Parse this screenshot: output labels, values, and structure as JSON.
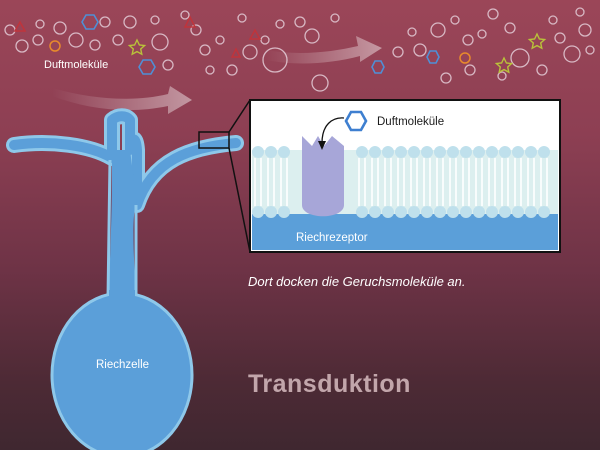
{
  "labels": {
    "molecules_top": "Duftmoleküle",
    "molecules_inset": "Duftmoleküle",
    "receptor": "Riechrezeptor",
    "cell": "Riechzelle"
  },
  "caption": "Dort docken die Geruchsmoleküle an.",
  "heading": "Transduktion",
  "colors": {
    "background_top": "#9b4658",
    "background_bottom": "#3f2730",
    "cell_fill": "#5b9fd9",
    "cell_outline": "#8ec8ea",
    "membrane_head": "#bfe0ec",
    "receptor": "#a7a6d8",
    "molecule_circle": "#d8b8c4",
    "molecule_hexagon": "#4f8fd6",
    "molecule_triangle": "#c0343b",
    "molecule_orange_ring": "#e88a2c",
    "molecule_star": "#b9c23a"
  }
}
